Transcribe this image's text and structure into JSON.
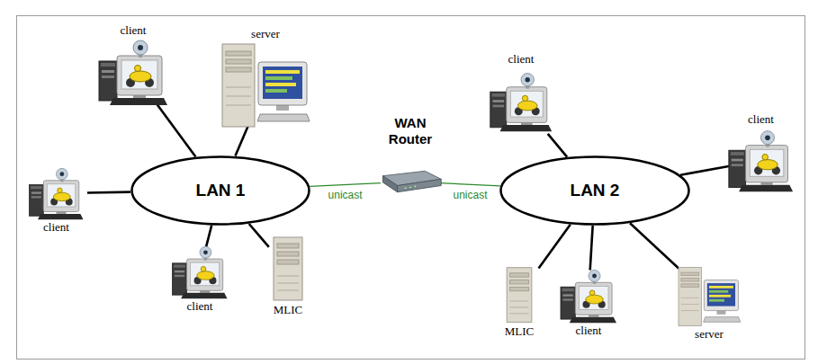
{
  "diagram": {
    "nodes": [
      {
        "text": [
          "client"
        ]
      },
      {
        "text": [
          "server"
        ]
      },
      {
        "text": [
          "client"
        ]
      },
      {
        "text": [
          "client"
        ]
      },
      {
        "text": [
          "WAN Router"
        ]
      },
      {
        "text": [
          "LAN 1"
        ]
      },
      {
        "text": [
          "LAN 2"
        ]
      },
      {
        "text": [
          "client"
        ]
      },
      {
        "text": [
          "client"
        ]
      },
      {
        "text": [
          "MLIC"
        ]
      },
      {
        "text": [
          "MLIC"
        ]
      },
      {
        "text": [
          "client"
        ]
      },
      {
        "text": [
          "server"
        ]
      }
    ],
    "edges": [
      {
        "from": 0,
        "to": 5,
        "arrow": "none"
      },
      {
        "from": 1,
        "to": 5,
        "arrow": "none"
      },
      {
        "from": 7,
        "to": 5,
        "arrow": "none"
      },
      {
        "from": 8,
        "to": 5,
        "arrow": "none"
      },
      {
        "from": 9,
        "to": 5,
        "arrow": "none"
      },
      {
        "from": 5,
        "to": 4,
        "label": "unicast",
        "arrow": "none"
      },
      {
        "from": 4,
        "to": 6,
        "label": "unicast",
        "arrow": "none"
      },
      {
        "from": 2,
        "to": 6,
        "arrow": "none"
      },
      {
        "from": 3,
        "to": 6,
        "arrow": "none"
      },
      {
        "from": 10,
        "to": 6,
        "arrow": "none"
      },
      {
        "from": 11,
        "to": 6,
        "arrow": "none"
      },
      {
        "from": 12,
        "to": 6,
        "arrow": "none"
      }
    ]
  }
}
